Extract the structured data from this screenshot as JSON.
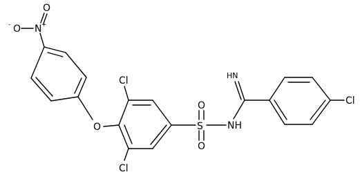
{
  "structure": {
    "labels": {
      "nitro_o_minus": "O",
      "nitro_o_minus_charge": "-",
      "nitro_n": "N",
      "nitro_n_charge": "+",
      "nitro_o": "O",
      "ether_o": "O",
      "cl_top": "Cl",
      "cl_bottom": "Cl",
      "sulfur": "S",
      "sulfonyl_o_top": "O",
      "sulfonyl_o_bottom": "O",
      "amide_nh": "NH",
      "imine_hn": "HN",
      "cl_right": "Cl"
    },
    "colors": {
      "ink": "#000000",
      "background": "#ffffff"
    }
  }
}
